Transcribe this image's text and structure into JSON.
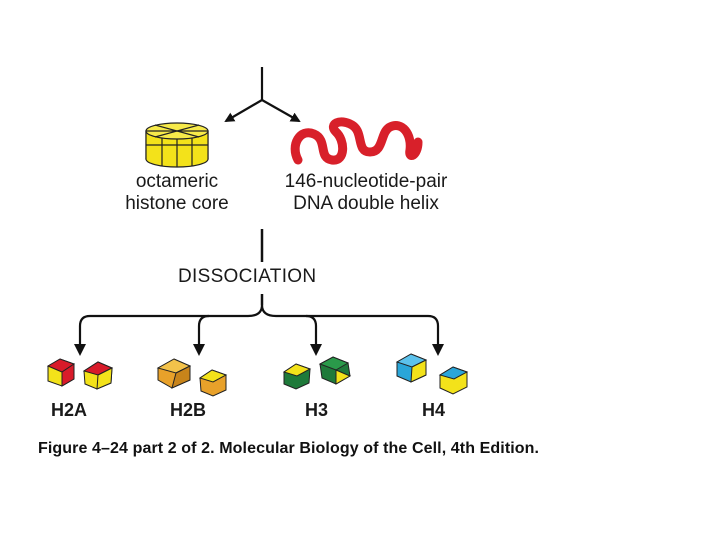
{
  "left_label": {
    "line1": "octameric",
    "line2": "histone core"
  },
  "right_label": {
    "line1": "146-nucleotide-pair",
    "line2": "DNA double helix"
  },
  "process_label": "DISSOCIATION",
  "histones": [
    "H2A",
    "H2B",
    "H3",
    "H4"
  ],
  "caption": "Figure 4–24 part 2 of 2. Molecular Biology of the Cell, 4th Edition.",
  "colors": {
    "core": "#f3e21a",
    "dna": "#d8202a",
    "h2a": "#d81b2a",
    "h2b": "#e8a12a",
    "h3": "#1f7a3a",
    "h4": "#2aa6d9",
    "yellow": "#f3e21a"
  }
}
